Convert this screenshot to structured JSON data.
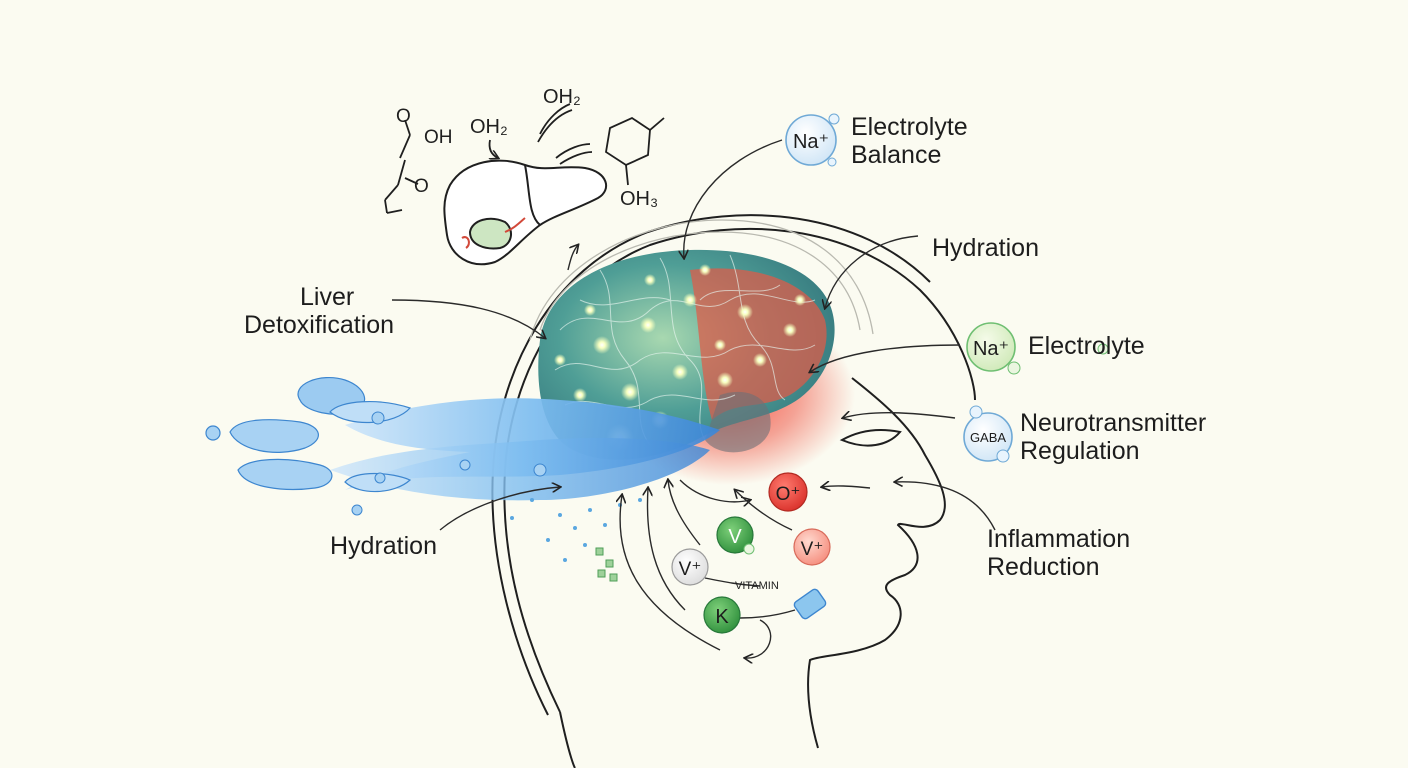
{
  "labels": {
    "electrolyte_balance": {
      "line1": "Electrolyte",
      "line2": "Balance"
    },
    "hydration_top": "Hydration",
    "liver": {
      "line1": "Liver",
      "line2": "Detoxification"
    },
    "electrolyte": "Electrolyte",
    "neurotransmitter": {
      "line1": "Neurotransmitter",
      "line2": "Regulation"
    },
    "hydration_left": "Hydration",
    "inflammation": {
      "line1": "Inflammation",
      "line2": "Reduction"
    }
  },
  "badges": {
    "na_top": "Na⁺",
    "na_mid": "Na⁺",
    "gaba": "GABA",
    "o_plus": "O⁺",
    "v_plain": "V",
    "v_plus_right": "V⁺",
    "v_plus_left": "V⁺",
    "k": "K",
    "vitamin": "VITAMIN"
  },
  "chemistry": {
    "o_atom": "O",
    "oh": "OH",
    "o_ring": "O",
    "oh2_left": "OH₂",
    "oh2_top": "OH₂",
    "oh3": "OH₃"
  },
  "colors": {
    "background": "#fbfbf1",
    "ink": "#1d1d1d",
    "water_blue": "#5aa7e0",
    "brain_teal": "#3f8f8c",
    "inflammation_red": "#e2433a",
    "nutrient_green": "#3fa34d",
    "glow": "#f5ffb8"
  },
  "icons": [
    "liver-icon",
    "chemical-structure-icon",
    "brain-icon",
    "water-splash-icon",
    "head-profile-icon",
    "vitamin-capsule-icon"
  ]
}
